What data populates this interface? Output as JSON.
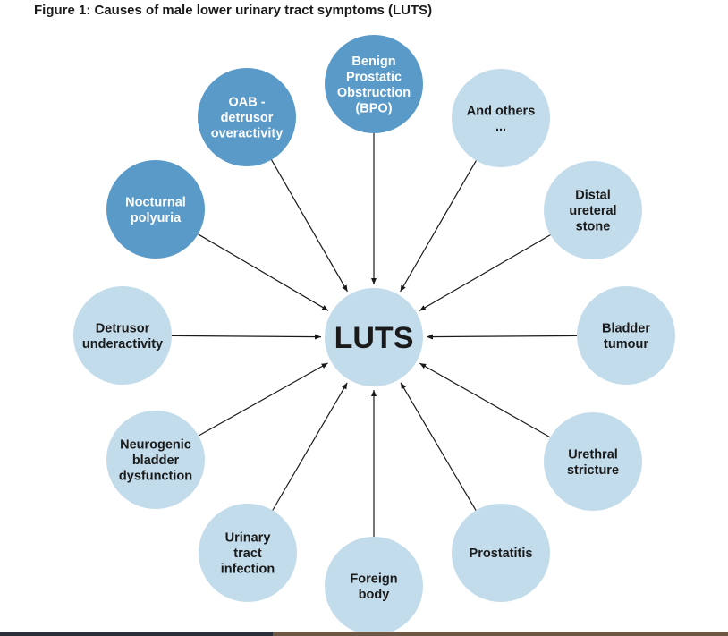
{
  "figure": {
    "title": "Figure 1: Causes of male lower urinary tract symptoms (LUTS)"
  },
  "colors": {
    "dark_node": "#5a9ac9",
    "light_node": "#c3dcec",
    "dark_text": "#ffffff",
    "light_text": "#1a1a1a",
    "arrow": "#1a1a1a"
  },
  "center": {
    "label": "LUTS"
  },
  "nodes": [
    {
      "id": "bpo",
      "style": "dark",
      "lines": [
        "Benign",
        "Prostatic",
        "Obstruction",
        "(BPO)"
      ]
    },
    {
      "id": "and-others",
      "style": "light",
      "lines": [
        "And others",
        "..."
      ]
    },
    {
      "id": "distal-ureteral-stone",
      "style": "light",
      "lines": [
        "Distal",
        "ureteral",
        "stone"
      ]
    },
    {
      "id": "bladder-tumour",
      "style": "light",
      "lines": [
        "Bladder",
        "tumour"
      ]
    },
    {
      "id": "urethral-stricture",
      "style": "light",
      "lines": [
        "Urethral",
        "stricture"
      ]
    },
    {
      "id": "prostatitis",
      "style": "light",
      "lines": [
        "Prostatitis"
      ]
    },
    {
      "id": "foreign-body",
      "style": "light",
      "lines": [
        "Foreign",
        "body"
      ]
    },
    {
      "id": "urinary-tract-infection",
      "style": "light",
      "lines": [
        "Urinary",
        "tract",
        "infection"
      ]
    },
    {
      "id": "neurogenic-bladder-dysfunction",
      "style": "light",
      "lines": [
        "Neurogenic",
        "bladder",
        "dysfunction"
      ]
    },
    {
      "id": "detrusor-underactivity",
      "style": "light",
      "lines": [
        "Detrusor",
        "underactivity"
      ]
    },
    {
      "id": "nocturnal-polyuria",
      "style": "dark",
      "lines": [
        "Nocturnal",
        "polyuria"
      ]
    },
    {
      "id": "oab-detrusor-overactivity",
      "style": "dark",
      "lines": [
        "OAB -",
        "detrusor",
        "overactivity"
      ]
    }
  ]
}
